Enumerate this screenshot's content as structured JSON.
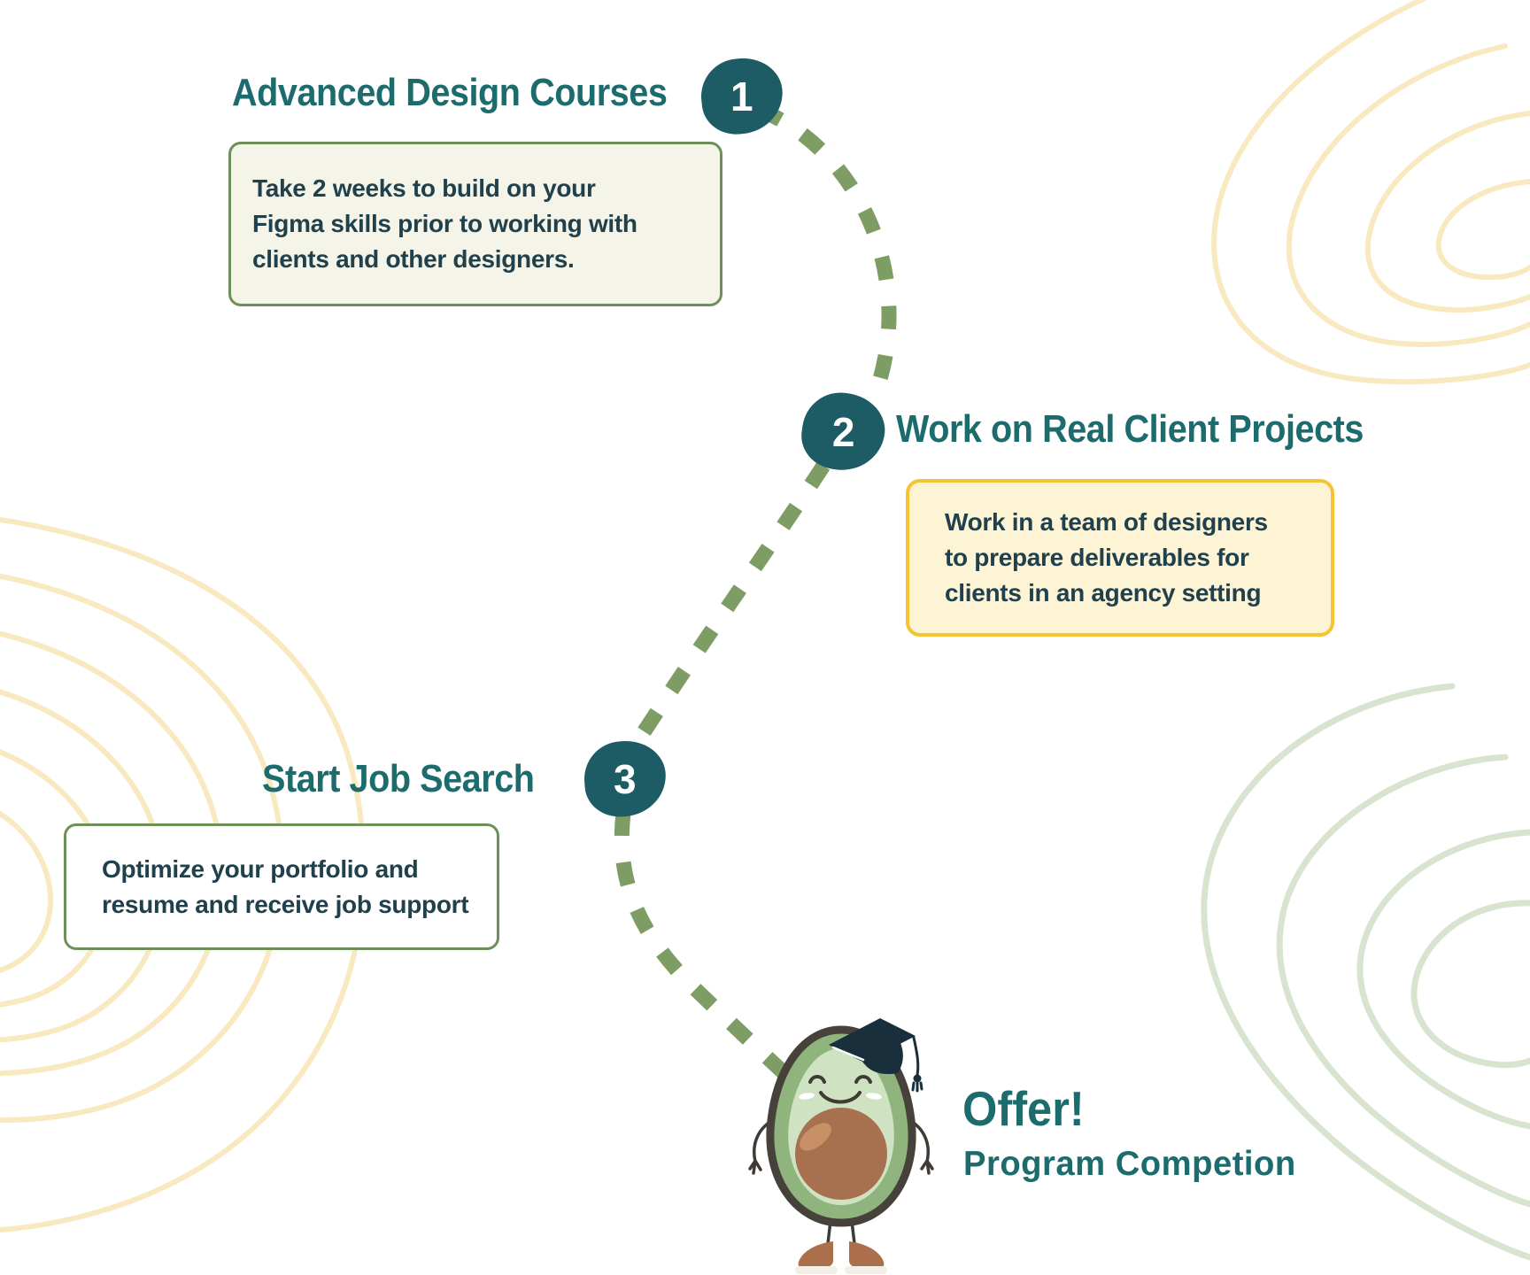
{
  "palette": {
    "heading_teal": "#1c6b6d",
    "number_badge_teal": "#1d5c64",
    "body_text": "#20404b",
    "olive_border": "#6d8f58",
    "cream_bg": "#f4f4e8",
    "card_white_bg": "#ffffff",
    "yellow_border": "#f5c433",
    "yellow_bg": "#fdf3d5",
    "dash_green": "#7d9d64",
    "contour_yellow": "#f9e9c1",
    "contour_green": "#d8e4cf",
    "avocado_outline": "#46413a",
    "avocado_skin": "#8fb47e",
    "avocado_flesh": "#cfe3c2",
    "avocado_pit": "#a7714f",
    "avocado_pit_highlight": "#c79067",
    "avocado_cap": "#1a2f3c",
    "avocado_shoe": "#ab6f4b",
    "avocado_sole": "#f1efe6",
    "avocado_face": "#3f3b35"
  },
  "steps": [
    {
      "number": "1",
      "title": "Advanced Design Courses",
      "description_lines": [
        "Take 2 weeks to build on your",
        "Figma skills prior to working with",
        "clients and other designers."
      ]
    },
    {
      "number": "2",
      "title": "Work on Real Client Projects",
      "description_lines": [
        "Work in a team of designers",
        "to prepare deliverables for",
        "clients in an agency setting"
      ]
    },
    {
      "number": "3",
      "title": "Start Job Search",
      "description_lines": [
        "Optimize your portfolio and",
        "resume and receive job support"
      ]
    }
  ],
  "completion": {
    "title": "Offer!",
    "subtitle": "Program Competion"
  },
  "decor": {
    "mascot": "graduate-avocado",
    "path_style": "dashed-green-journey-path",
    "patterns": [
      "topographic-contours-yellow-top-right",
      "topographic-contours-yellow-bottom-left",
      "topographic-contours-green-right"
    ]
  }
}
